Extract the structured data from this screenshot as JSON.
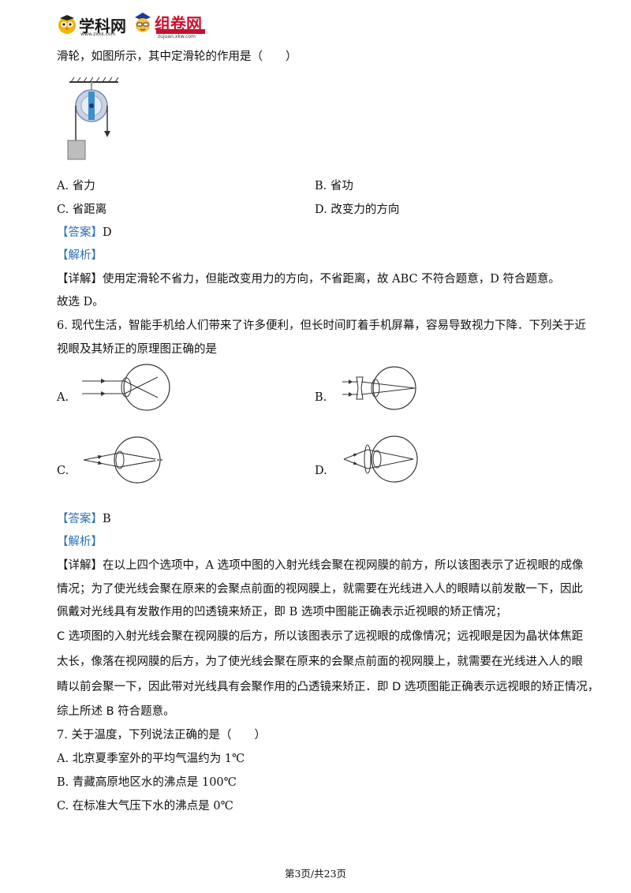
{
  "header": {
    "logo1": {
      "name": "学科网",
      "url": "www.zxxk.com"
    },
    "logo2": {
      "name": "组卷网",
      "url": "zujuan.xkw.com"
    }
  },
  "q5": {
    "stem": "滑轮，如图所示，其中定滑轮的作用是（　　）",
    "options": [
      "A.  省力",
      "B.  省功",
      "C.  省距离",
      "D.  改变力的方向"
    ],
    "answer_tag": "【答案】",
    "answer": "D",
    "analysis_tag": "【解析】",
    "detail_tag": "【详解】",
    "detail": "使用定滑轮不省力，但能改变用力的方向，不省距离，故 ABC 不符合题意，D 符合题意。",
    "conclusion": "故选 D。"
  },
  "q6": {
    "stem_line1": "6. 现代生活，智能手机给人们带来了许多便利，但长时间盯着手机屏幕，容易导致视力下降．下列关于近",
    "stem_line2": "视眼及其矫正的原理图正确的是",
    "option_labels": [
      "A.",
      "B.",
      "C.",
      "D."
    ],
    "answer_tag": "【答案】",
    "answer": "B",
    "analysis_tag": "【解析】",
    "detail_tag": "【详解】",
    "detail_lines": [
      "在以上四个选项中，A 选项中图的入射光线会聚在视网膜的前方，所以该图表示了近视眼的成像",
      "情况；为了使光线会聚在原来的会聚点前面的视网膜上，就需要在光线进入人的眼睛以前发散一下，因此",
      "佩戴对光线具有发散作用的凹透镜来矫正，即 B 选项中图能正确表示近视眼的矫正情况；",
      "C 选项图的入射光线会聚在视网膜的后方，所以该图表示了远视眼的成像情况；远视眼是因为晶状体焦距",
      "太长，像落在视网膜的后方，为了使光线会聚在原来的会聚点前面的视网膜上，就需要在光线进入人的眼",
      "睛以前会聚一下，因此带对光线具有会聚作用的凸透镜来矫正．即 D 选项图能正确表示远视眼的矫正情况，",
      "综上所述 B  符合题意。"
    ]
  },
  "q7": {
    "stem": "7. 关于温度，下列说法正确的是（　　）",
    "options": [
      "A.  北京夏季室外的平均气温约为 1℃",
      "B.  青藏高原地区水的沸点是 100℃",
      "C.  在标准大气压下水的沸点是 0℃"
    ]
  },
  "footer": {
    "page": "第3页/共23页"
  },
  "colors": {
    "tag": "#2e6fb5",
    "logo_red": "#c8102e"
  }
}
